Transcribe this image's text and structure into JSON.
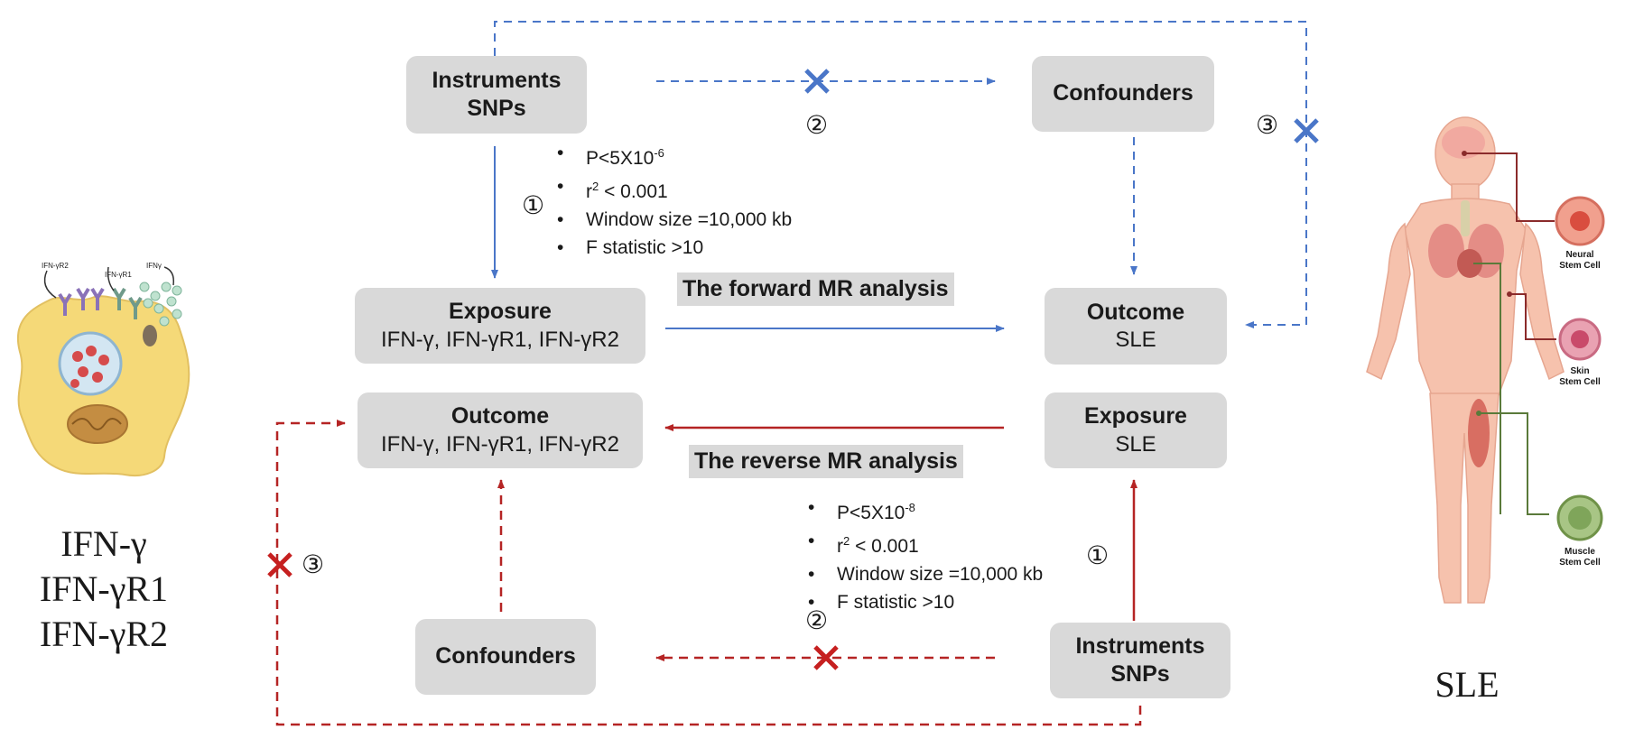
{
  "forward": {
    "instruments": {
      "line1": "Instruments",
      "line2": "SNPs"
    },
    "confounders": "Confounders",
    "exposure": {
      "title": "Exposure",
      "sub": "IFN-γ, IFN-γR1, IFN-γR2"
    },
    "outcome": {
      "title": "Outcome",
      "sub": "SLE"
    },
    "label": "The forward MR analysis",
    "criteria": [
      {
        "pre": "P<5X10",
        "sup": "-6",
        "post": ""
      },
      {
        "pre": "r",
        "sup": "2",
        "post": " < 0.001"
      },
      {
        "pre": "Window size =10,000 kb",
        "sup": "",
        "post": ""
      },
      {
        "pre": "F statistic >10",
        "sup": "",
        "post": ""
      }
    ]
  },
  "reverse": {
    "instruments": {
      "line1": "Instruments",
      "line2": "SNPs"
    },
    "confounders": "Confounders",
    "exposure": {
      "title": "Exposure",
      "sub": "SLE"
    },
    "outcome": {
      "title": "Outcome",
      "sub": "IFN-γ, IFN-γR1, IFN-γR2"
    },
    "label": "The reverse MR analysis",
    "criteria": [
      {
        "pre": "P<5X10",
        "sup": "-8",
        "post": ""
      },
      {
        "pre": "r",
        "sup": "2",
        "post": " < 0.001"
      },
      {
        "pre": "Window size =10,000 kb",
        "sup": "",
        "post": ""
      },
      {
        "pre": "F statistic >10",
        "sup": "",
        "post": ""
      }
    ]
  },
  "steps": {
    "one": "①",
    "two": "②",
    "three": "③"
  },
  "left_caption": [
    "IFN-γ",
    "IFN-γR1",
    "IFN-γR2"
  ],
  "right_caption": "SLE",
  "cell_labels": {
    "receptor2": "IFN-γR2",
    "receptor1": "IFN-γR1",
    "ligand": "IFNγ"
  },
  "body_cells": [
    {
      "line1": "Neural",
      "line2": "Stem Cell"
    },
    {
      "line1": "Skin",
      "line2": "Stem Cell"
    },
    {
      "line1": "Muscle",
      "line2": "Stem Cell"
    }
  ],
  "colors": {
    "blue": "#4a76c8",
    "red": "#b52424",
    "box": "#d9d9d9"
  }
}
